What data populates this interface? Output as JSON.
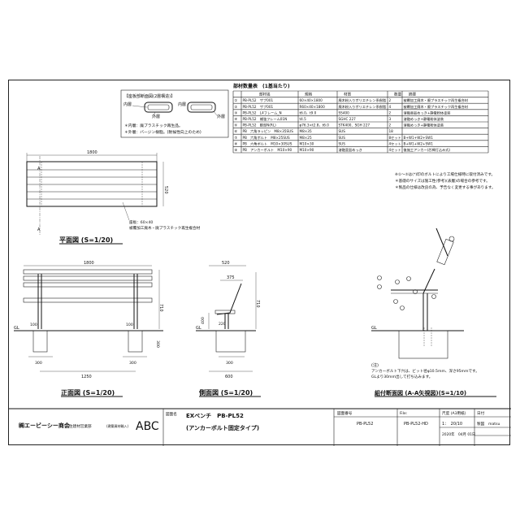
{
  "section_detail": {
    "title": "【座板部断面図(2層構造)】",
    "inner_label": "内層",
    "outer_label": "外層",
    "note_inner": "＊内層：廃プラスチック再生品。",
    "note_outer": "＊外層：バージン樹脂。(耐候性向上のため)"
  },
  "parts_table": {
    "title": "部材数量表　(1基当たり)",
    "headers": [
      "部材名",
      "規格",
      "材質",
      "数量",
      "摘要"
    ],
    "rows": [
      {
        "no": "①",
        "name": "PB-PL52　ザブ001",
        "spec": "60×40×1800",
        "material": "廃木粉入りポリエチレン系樹脂",
        "qty": "2",
        "note": "被覆加工廃木・廃プラスチック再生複合材"
      },
      {
        "no": "②",
        "name": "PB-PL52　ザブ001",
        "spec": "R60×40×1800",
        "material": "廃木粉入りポリエチレン系樹脂",
        "qty": "4",
        "note": "被覆加工廃木・廃プラスチック再生複合材"
      },
      {
        "no": "③",
        "name": "PB-PL52　L4フレーム_N",
        "spec": "t6.0，t9.0",
        "material": "SS400",
        "qty": "2",
        "note": "溶融亜鉛めっき+静電粉体塗装"
      },
      {
        "no": "④",
        "name": "PB-PL52　補強フレーム01N",
        "spec": "t4.5",
        "material": "SGHC 227",
        "qty": "3",
        "note": "溶融めっき+静電粉体塗装"
      },
      {
        "no": "⑤",
        "name": "PB-PL52　脚部N(RL)",
        "spec": "φ76.3×t2.8，t6.0",
        "material": "STK400、SGH 227",
        "qty": "2",
        "note": "溶融めっき+静電粉体塗装"
      },
      {
        "no": "⑥",
        "name": "PB　六角ラッピン　M8×35SUS",
        "spec": "M8×35",
        "material": "SUS",
        "qty": "18",
        "note": ""
      },
      {
        "no": "⑦",
        "name": "PB　六角ボルト　M8×25SUS",
        "spec": "M8×25",
        "material": "SUS",
        "qty": "8セット",
        "note": "B+W1+W2+SW1"
      },
      {
        "no": "⑧",
        "name": "PB　六角ボルト　M10×30SUS",
        "spec": "M10×30",
        "material": "SUS",
        "qty": "4セット",
        "note": "B+W1+W2+SW1"
      },
      {
        "no": "⑨",
        "name": "PB　アンカーボルト　M10×90",
        "spec": "M10×90",
        "material": "溶融亜鉛めっき",
        "qty": "4セット",
        "note": "後施工アンカー(芯棒打込み式)"
      }
    ]
  },
  "notes": [
    "※①～⑤は(*)印のボルトにより工場仕様時に取付済みです。",
    "＊基礎のサイズは施工性(参考)(表層)の場合の参考です。",
    "＊製品の仕様は改良の為、予告なく変更する事があります。"
  ],
  "plan_view": {
    "label": "平面図 (S=1/20)",
    "dim_length": "1800",
    "dim_depth": "520",
    "callout_line1": "座板：60×40",
    "callout_line2": "被覆加工廃木・廃プラスチック再生複合材",
    "section_mark": "A"
  },
  "front_view": {
    "label": "正面図 (S=1/20)",
    "dim_length": "1800",
    "dim_height": "710",
    "dim_leg_span": "1250",
    "dim_left": "100",
    "dim_right": "100",
    "dim_found_w1": "300",
    "dim_found_w2": "300",
    "dim_found_h": "300",
    "gl": "GL"
  },
  "side_view": {
    "label": "側面図 (S=1/20)",
    "dim_top": "520",
    "dim_back": "375",
    "dim_seat": "220",
    "dim_height": "710",
    "dim_seat_h": "400",
    "dim_found": "300",
    "dim_base": "600",
    "gl": "GL"
  },
  "assembly_view": {
    "label": "組付断面図 (A-A矢視図)(S=1/10)",
    "note_title": "(注)",
    "note_line1": "アンカーボルト下穴は、ビット径φ10.5mm、深さ95mmです。",
    "note_line2": "GLより30mm出して打ち込みます。",
    "gl": "GL"
  },
  "title_block": {
    "company": "㈱エービーシー商会",
    "department": "住建材営業部",
    "logo_sub": "(建築資材輸入)",
    "logo": "ABC",
    "drawing_name_label": "図面名",
    "drawing_name_1": "EXベンチ　PB-PL52",
    "drawing_name_2": "(アンカーボルト固定タイプ)",
    "drawing_no_label": "図面番号",
    "drawing_no": "PB-PL52",
    "file_label": "File:",
    "file_value": "PB-PL52-HD",
    "scale_label": "尺度 (A3用紙)",
    "scale_value": "1：　20/10",
    "date_label": "日付",
    "date_value": "2020年　04月 01日",
    "drawn_label": "製図",
    "drawn_value": "matsu"
  }
}
